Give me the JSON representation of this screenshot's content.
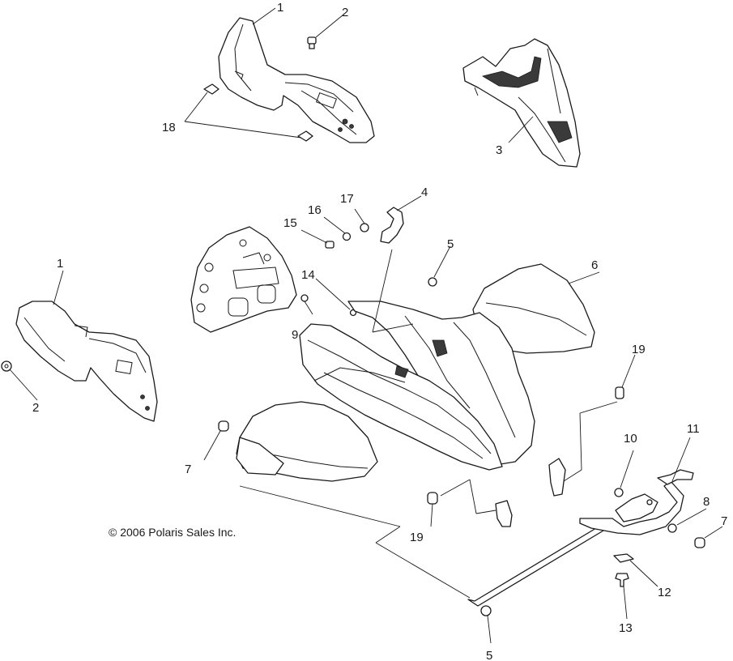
{
  "copyright": "© 2006 Polaris Sales Inc.",
  "callouts": {
    "c1a": "1",
    "c1b": "1",
    "c2a": "2",
    "c2b": "2",
    "c3": "3",
    "c4": "4",
    "c5a": "5",
    "c5b": "5",
    "c6": "6",
    "c7a": "7",
    "c7b": "7",
    "c8": "8",
    "c9": "9",
    "c10": "10",
    "c11": "11",
    "c12": "12",
    "c13": "13",
    "c14": "14",
    "c15": "15",
    "c16": "16",
    "c17": "17",
    "c18": "18",
    "c19a": "19",
    "c19b": "19"
  }
}
